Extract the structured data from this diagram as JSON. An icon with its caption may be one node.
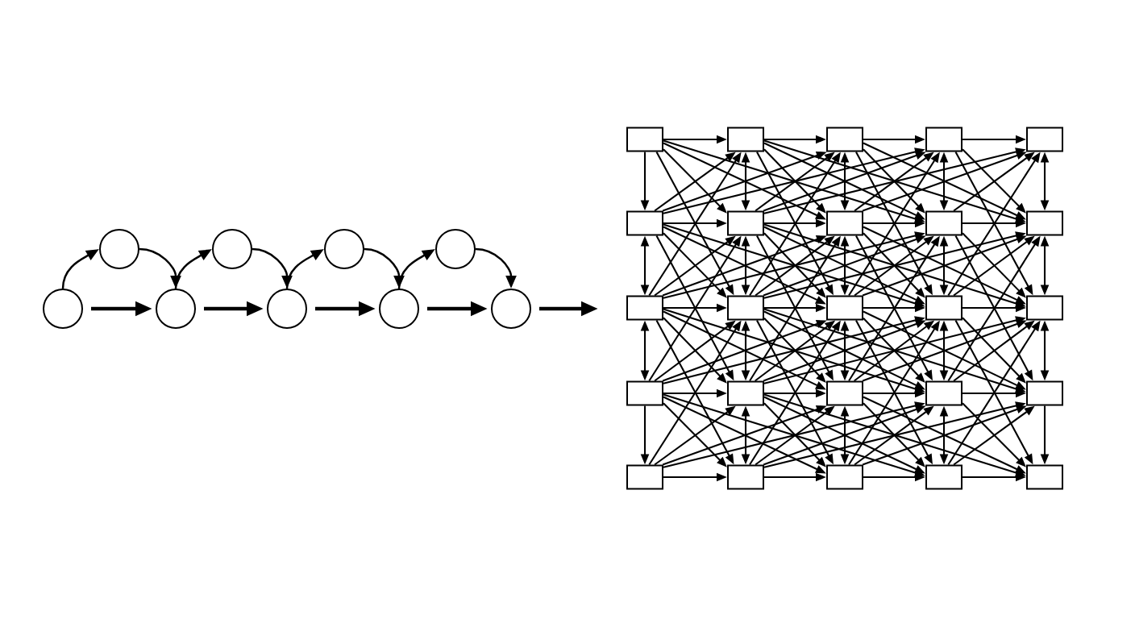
{
  "diagram": {
    "nodes": [
      {
        "text": [],
        "shape": "circle"
      },
      {
        "text": [],
        "shape": "circle"
      },
      {
        "text": [],
        "shape": "circle"
      },
      {
        "text": [],
        "shape": "circle"
      },
      {
        "text": [],
        "shape": "circle"
      },
      {
        "text": [],
        "shape": "circle"
      },
      {
        "text": [],
        "shape": "circle"
      },
      {
        "text": [],
        "shape": "circle"
      },
      {
        "text": [],
        "shape": "circle"
      },
      {
        "text": [],
        "shape": "box"
      },
      {
        "text": [],
        "shape": "box"
      },
      {
        "text": [],
        "shape": "box"
      },
      {
        "text": [],
        "shape": "box"
      },
      {
        "text": [],
        "shape": "box"
      },
      {
        "text": [],
        "shape": "box"
      },
      {
        "text": [],
        "shape": "box"
      },
      {
        "text": [],
        "shape": "box"
      },
      {
        "text": [],
        "shape": "box"
      },
      {
        "text": [],
        "shape": "box"
      },
      {
        "text": [],
        "shape": "box"
      },
      {
        "text": [],
        "shape": "box"
      },
      {
        "text": [],
        "shape": "box"
      },
      {
        "text": [],
        "shape": "box"
      },
      {
        "text": [],
        "shape": "box"
      },
      {
        "text": [],
        "shape": "box"
      },
      {
        "text": [],
        "shape": "box"
      },
      {
        "text": [],
        "shape": "box"
      },
      {
        "text": [],
        "shape": "box"
      },
      {
        "text": [],
        "shape": "box"
      },
      {
        "text": [],
        "shape": "box"
      },
      {
        "text": [],
        "shape": "box"
      },
      {
        "text": [],
        "shape": "box"
      },
      {
        "text": [],
        "shape": "box"
      },
      {
        "text": [],
        "shape": "box"
      }
    ],
    "edges": [
      {
        "from": 0,
        "to": 2,
        "arrow": "to",
        "style": "thick"
      },
      {
        "from": 0,
        "to": 1,
        "arrow": "to"
      },
      {
        "from": 1,
        "to": 2,
        "arrow": "to"
      },
      {
        "from": 2,
        "to": 4,
        "arrow": "to",
        "style": "thick"
      },
      {
        "from": 2,
        "to": 3,
        "arrow": "to"
      },
      {
        "from": 3,
        "to": 4,
        "arrow": "to"
      },
      {
        "from": 4,
        "to": 6,
        "arrow": "to",
        "style": "thick"
      },
      {
        "from": 4,
        "to": 5,
        "arrow": "to"
      },
      {
        "from": 5,
        "to": 6,
        "arrow": "to"
      },
      {
        "from": 6,
        "to": 8,
        "arrow": "to",
        "style": "thick"
      },
      {
        "from": 6,
        "to": 7,
        "arrow": "to"
      },
      {
        "from": 7,
        "to": 8,
        "arrow": "to"
      },
      {
        "from": 8,
        "to": null,
        "arrow": "to",
        "style": "thick"
      },
      {
        "from": 9,
        "to": 10,
        "arrow": "to"
      },
      {
        "from": 10,
        "to": 11,
        "arrow": "to"
      },
      {
        "from": 11,
        "to": 12,
        "arrow": "to"
      },
      {
        "from": 12,
        "to": 13,
        "arrow": "to"
      },
      {
        "from": 14,
        "to": 15,
        "arrow": "to"
      },
      {
        "from": 15,
        "to": 16,
        "arrow": "to"
      },
      {
        "from": 16,
        "to": 17,
        "arrow": "to"
      },
      {
        "from": 17,
        "to": 18,
        "arrow": "to"
      },
      {
        "from": 19,
        "to": 20,
        "arrow": "to"
      },
      {
        "from": 20,
        "to": 21,
        "arrow": "to"
      },
      {
        "from": 21,
        "to": 22,
        "arrow": "to"
      },
      {
        "from": 22,
        "to": 23,
        "arrow": "to"
      },
      {
        "from": 24,
        "to": 25,
        "arrow": "to"
      },
      {
        "from": 25,
        "to": 26,
        "arrow": "to"
      },
      {
        "from": 26,
        "to": 27,
        "arrow": "to"
      },
      {
        "from": 27,
        "to": 28,
        "arrow": "to"
      },
      {
        "from": 29,
        "to": 30,
        "arrow": "to"
      },
      {
        "from": 30,
        "to": 31,
        "arrow": "to"
      },
      {
        "from": 31,
        "to": 32,
        "arrow": "to"
      },
      {
        "from": 32,
        "to": 33,
        "arrow": "to"
      },
      {
        "from": 9,
        "to": 14,
        "arrow": "to"
      },
      {
        "from": 14,
        "to": 19,
        "arrow": "both"
      },
      {
        "from": 19,
        "to": 24,
        "arrow": "both"
      },
      {
        "from": 24,
        "to": 29,
        "arrow": "to"
      },
      {
        "from": 10,
        "to": 15,
        "arrow": "both"
      },
      {
        "from": 15,
        "to": 20,
        "arrow": "both"
      },
      {
        "from": 20,
        "to": 25,
        "arrow": "both"
      },
      {
        "from": 25,
        "to": 30,
        "arrow": "both"
      },
      {
        "from": 11,
        "to": 16,
        "arrow": "both"
      },
      {
        "from": 16,
        "to": 21,
        "arrow": "both"
      },
      {
        "from": 21,
        "to": 26,
        "arrow": "both"
      },
      {
        "from": 26,
        "to": 31,
        "arrow": "both"
      },
      {
        "from": 12,
        "to": 17,
        "arrow": "both"
      },
      {
        "from": 17,
        "to": 22,
        "arrow": "both"
      },
      {
        "from": 22,
        "to": 27,
        "arrow": "both"
      },
      {
        "from": 27,
        "to": 32,
        "arrow": "both"
      },
      {
        "from": 13,
        "to": 18,
        "arrow": "both"
      },
      {
        "from": 18,
        "to": 23,
        "arrow": "both"
      },
      {
        "from": 23,
        "to": 28,
        "arrow": "both"
      },
      {
        "from": 28,
        "to": 33,
        "arrow": "to"
      },
      {
        "from": 9,
        "to": 15,
        "arrow": "to"
      },
      {
        "from": 14,
        "to": 10,
        "arrow": "to"
      },
      {
        "from": 14,
        "to": 20,
        "arrow": "to"
      },
      {
        "from": 19,
        "to": 15,
        "arrow": "to"
      },
      {
        "from": 19,
        "to": 25,
        "arrow": "to"
      },
      {
        "from": 24,
        "to": 20,
        "arrow": "to"
      },
      {
        "from": 24,
        "to": 30,
        "arrow": "to"
      },
      {
        "from": 29,
        "to": 25,
        "arrow": "to"
      },
      {
        "from": 10,
        "to": 16,
        "arrow": "to"
      },
      {
        "from": 15,
        "to": 11,
        "arrow": "to"
      },
      {
        "from": 15,
        "to": 21,
        "arrow": "to"
      },
      {
        "from": 20,
        "to": 16,
        "arrow": "to"
      },
      {
        "from": 20,
        "to": 26,
        "arrow": "to"
      },
      {
        "from": 25,
        "to": 21,
        "arrow": "to"
      },
      {
        "from": 25,
        "to": 31,
        "arrow": "to"
      },
      {
        "from": 30,
        "to": 26,
        "arrow": "to"
      },
      {
        "from": 11,
        "to": 17,
        "arrow": "to"
      },
      {
        "from": 16,
        "to": 12,
        "arrow": "to"
      },
      {
        "from": 16,
        "to": 22,
        "arrow": "to"
      },
      {
        "from": 21,
        "to": 17,
        "arrow": "to"
      },
      {
        "from": 21,
        "to": 27,
        "arrow": "to"
      },
      {
        "from": 26,
        "to": 22,
        "arrow": "to"
      },
      {
        "from": 26,
        "to": 32,
        "arrow": "to"
      },
      {
        "from": 31,
        "to": 27,
        "arrow": "to"
      },
      {
        "from": 12,
        "to": 18,
        "arrow": "to"
      },
      {
        "from": 17,
        "to": 13,
        "arrow": "to"
      },
      {
        "from": 17,
        "to": 23,
        "arrow": "to"
      },
      {
        "from": 22,
        "to": 18,
        "arrow": "to"
      },
      {
        "from": 22,
        "to": 28,
        "arrow": "to"
      },
      {
        "from": 27,
        "to": 23,
        "arrow": "to"
      },
      {
        "from": 27,
        "to": 33,
        "arrow": "to"
      },
      {
        "from": 32,
        "to": 28,
        "arrow": "to"
      },
      {
        "from": 9,
        "to": 20,
        "arrow": "to"
      },
      {
        "from": 14,
        "to": 25,
        "arrow": "to"
      },
      {
        "from": 19,
        "to": 30,
        "arrow": "to"
      },
      {
        "from": 19,
        "to": 10,
        "arrow": "to"
      },
      {
        "from": 24,
        "to": 15,
        "arrow": "to"
      },
      {
        "from": 29,
        "to": 20,
        "arrow": "to"
      },
      {
        "from": 10,
        "to": 21,
        "arrow": "to"
      },
      {
        "from": 15,
        "to": 26,
        "arrow": "to"
      },
      {
        "from": 20,
        "to": 31,
        "arrow": "to"
      },
      {
        "from": 20,
        "to": 11,
        "arrow": "to"
      },
      {
        "from": 25,
        "to": 16,
        "arrow": "to"
      },
      {
        "from": 30,
        "to": 21,
        "arrow": "to"
      },
      {
        "from": 11,
        "to": 22,
        "arrow": "to"
      },
      {
        "from": 16,
        "to": 27,
        "arrow": "to"
      },
      {
        "from": 21,
        "to": 32,
        "arrow": "to"
      },
      {
        "from": 21,
        "to": 12,
        "arrow": "to"
      },
      {
        "from": 26,
        "to": 17,
        "arrow": "to"
      },
      {
        "from": 31,
        "to": 22,
        "arrow": "to"
      },
      {
        "from": 12,
        "to": 23,
        "arrow": "to"
      },
      {
        "from": 17,
        "to": 28,
        "arrow": "to"
      },
      {
        "from": 22,
        "to": 33,
        "arrow": "to"
      },
      {
        "from": 22,
        "to": 13,
        "arrow": "to"
      },
      {
        "from": 27,
        "to": 18,
        "arrow": "to"
      },
      {
        "from": 32,
        "to": 23,
        "arrow": "to"
      },
      {
        "from": 9,
        "to": 16,
        "arrow": "to"
      },
      {
        "from": 14,
        "to": 11,
        "arrow": "to"
      },
      {
        "from": 14,
        "to": 21,
        "arrow": "to"
      },
      {
        "from": 19,
        "to": 16,
        "arrow": "to"
      },
      {
        "from": 19,
        "to": 26,
        "arrow": "to"
      },
      {
        "from": 24,
        "to": 21,
        "arrow": "to"
      },
      {
        "from": 24,
        "to": 31,
        "arrow": "to"
      },
      {
        "from": 29,
        "to": 26,
        "arrow": "to"
      },
      {
        "from": 10,
        "to": 17,
        "arrow": "to"
      },
      {
        "from": 15,
        "to": 12,
        "arrow": "to"
      },
      {
        "from": 15,
        "to": 22,
        "arrow": "to"
      },
      {
        "from": 20,
        "to": 17,
        "arrow": "to"
      },
      {
        "from": 20,
        "to": 27,
        "arrow": "to"
      },
      {
        "from": 25,
        "to": 22,
        "arrow": "to"
      },
      {
        "from": 25,
        "to": 32,
        "arrow": "to"
      },
      {
        "from": 30,
        "to": 27,
        "arrow": "to"
      },
      {
        "from": 11,
        "to": 18,
        "arrow": "to"
      },
      {
        "from": 16,
        "to": 13,
        "arrow": "to"
      },
      {
        "from": 16,
        "to": 23,
        "arrow": "to"
      },
      {
        "from": 21,
        "to": 18,
        "arrow": "to"
      },
      {
        "from": 21,
        "to": 28,
        "arrow": "to"
      },
      {
        "from": 26,
        "to": 23,
        "arrow": "to"
      },
      {
        "from": 26,
        "to": 33,
        "arrow": "to"
      },
      {
        "from": 31,
        "to": 28,
        "arrow": "to"
      },
      {
        "from": 9,
        "to": 17,
        "arrow": "to"
      },
      {
        "from": 14,
        "to": 12,
        "arrow": "to"
      },
      {
        "from": 14,
        "to": 22,
        "arrow": "to"
      },
      {
        "from": 19,
        "to": 17,
        "arrow": "to"
      },
      {
        "from": 19,
        "to": 27,
        "arrow": "to"
      },
      {
        "from": 24,
        "to": 22,
        "arrow": "to"
      },
      {
        "from": 24,
        "to": 32,
        "arrow": "to"
      },
      {
        "from": 29,
        "to": 27,
        "arrow": "to"
      },
      {
        "from": 10,
        "to": 18,
        "arrow": "to"
      },
      {
        "from": 15,
        "to": 13,
        "arrow": "to"
      },
      {
        "from": 15,
        "to": 23,
        "arrow": "to"
      },
      {
        "from": 20,
        "to": 18,
        "arrow": "to"
      },
      {
        "from": 20,
        "to": 28,
        "arrow": "to"
      },
      {
        "from": 25,
        "to": 23,
        "arrow": "to"
      },
      {
        "from": 25,
        "to": 33,
        "arrow": "to"
      },
      {
        "from": 30,
        "to": 28,
        "arrow": "to"
      }
    ]
  }
}
